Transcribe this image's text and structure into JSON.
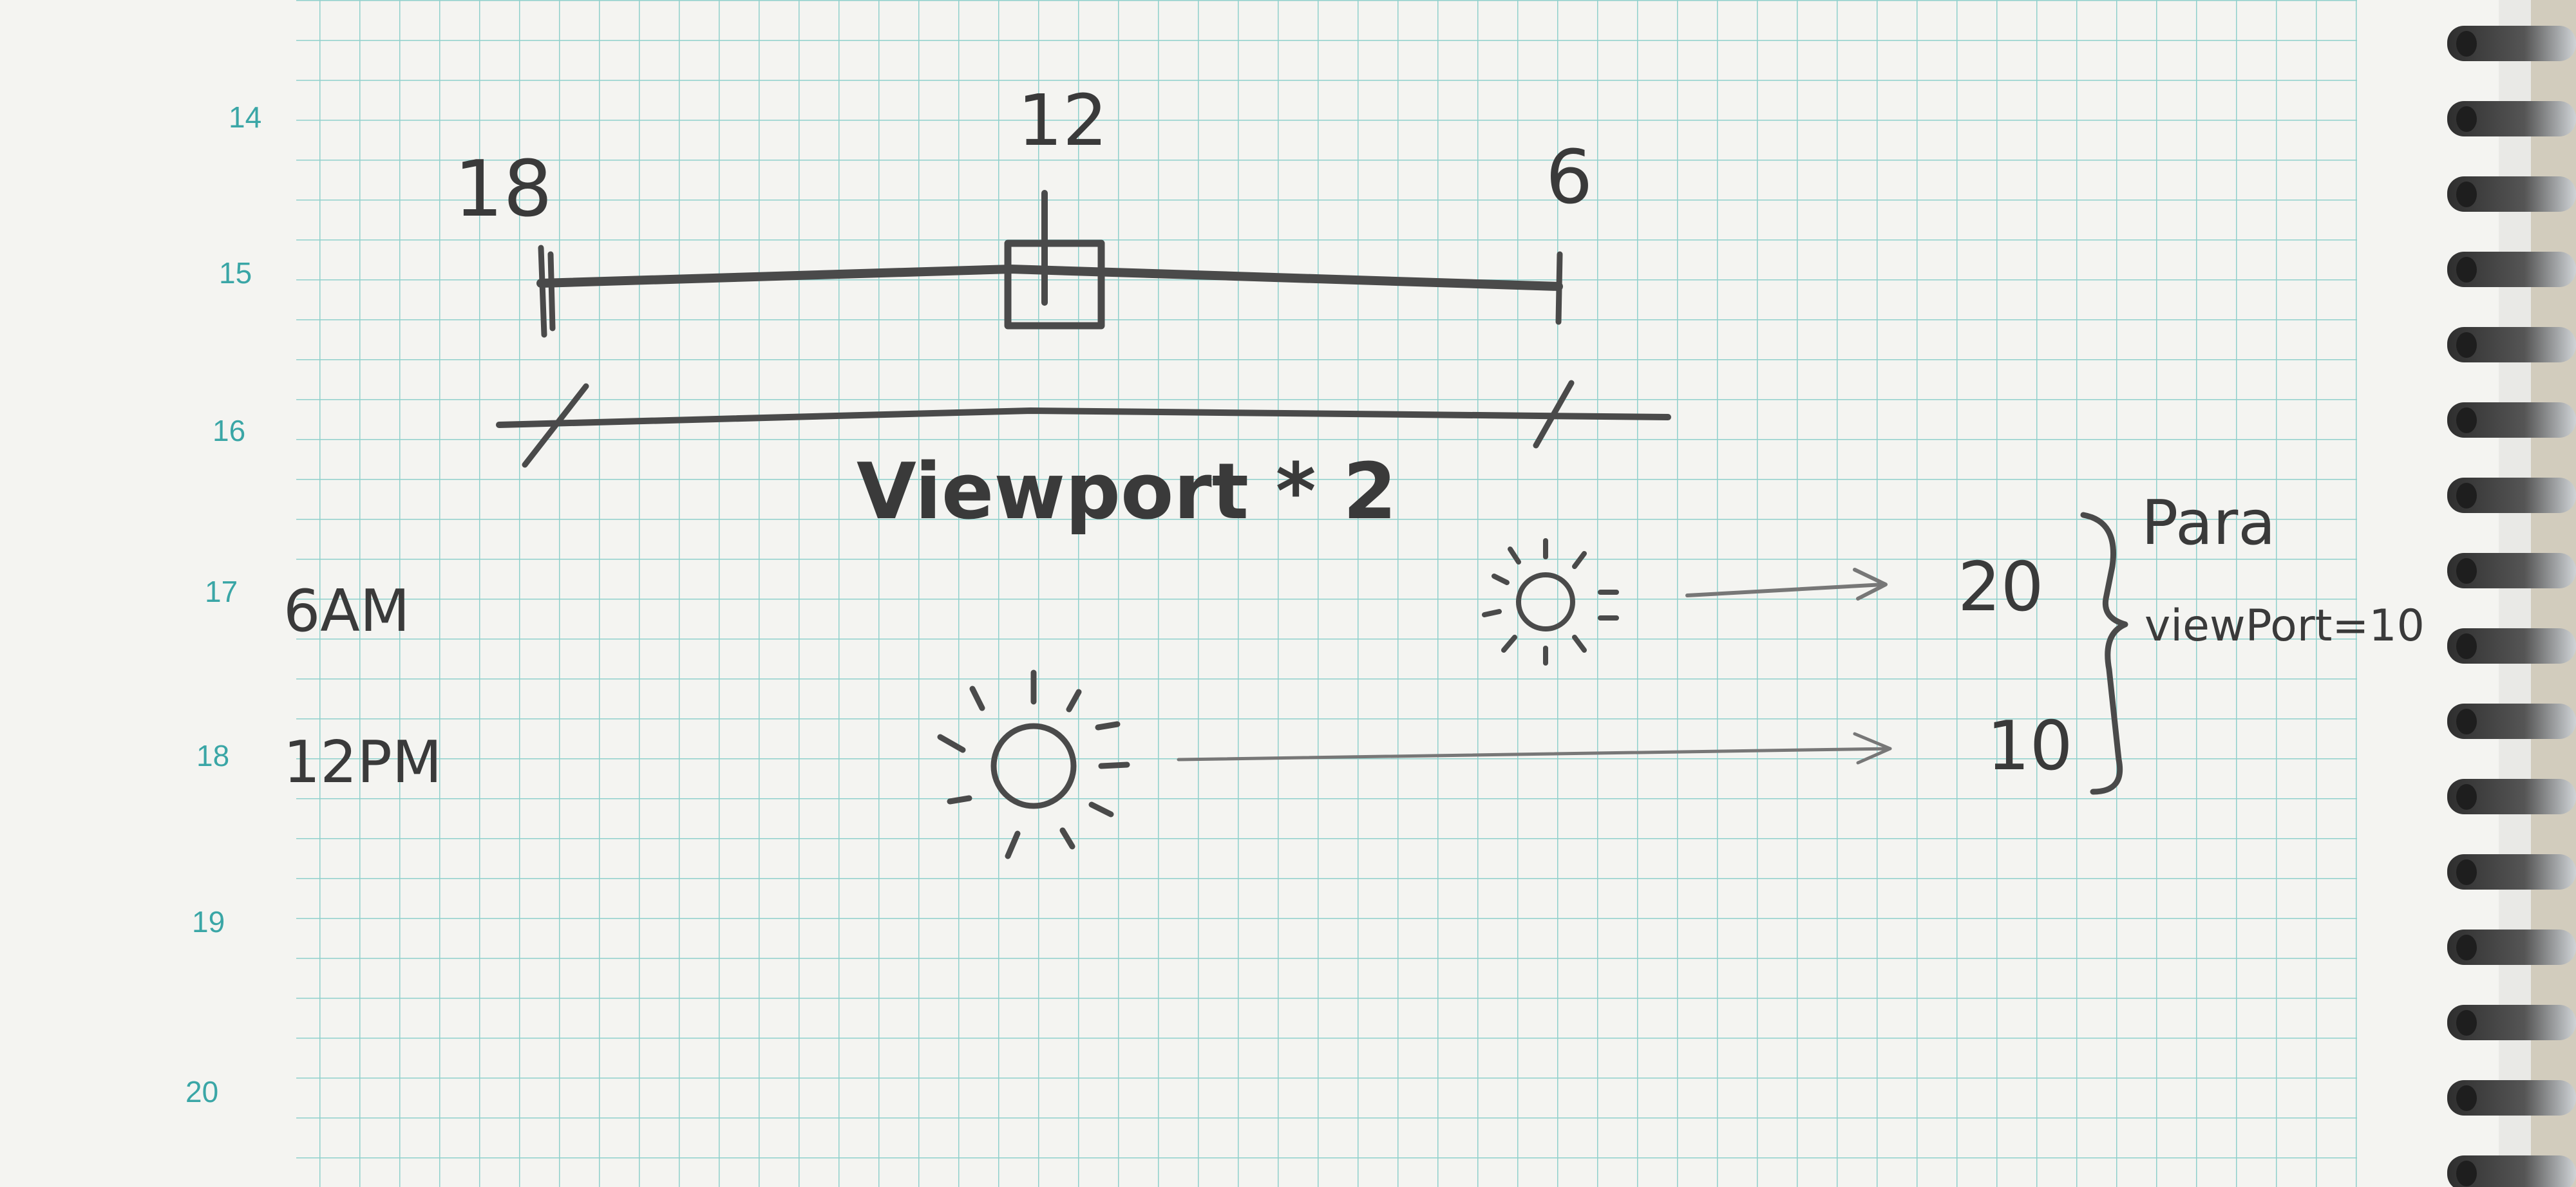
{
  "row_numbers": [
    "14",
    "15",
    "16",
    "17",
    "18",
    "19",
    "20"
  ],
  "timeline": {
    "left_label": "18",
    "center_label": "12",
    "right_label": "6"
  },
  "viewport_label": "Viewport * 2",
  "times": {
    "morning": "6AM",
    "noon": "12PM"
  },
  "values": {
    "morning_value": "20",
    "noon_value": "10"
  },
  "note": {
    "title": "Para",
    "detail": "viewPort=10"
  },
  "colors": {
    "paper": "#f4f4f1",
    "grid_line": "#8fd0cc",
    "row_number": "#3aa6a6",
    "pencil": "#4a4a4a",
    "spiral_ring": "#3c3c3c"
  }
}
